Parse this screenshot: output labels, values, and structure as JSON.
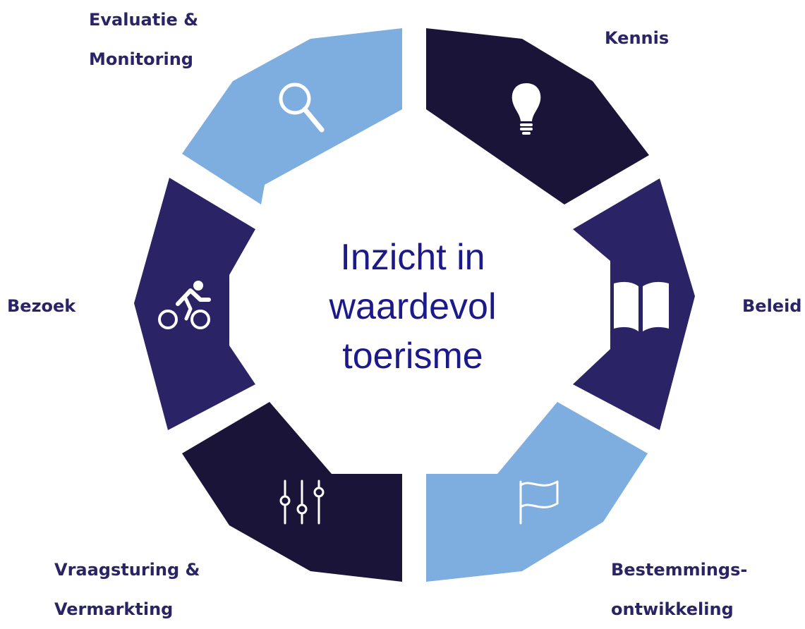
{
  "center": {
    "line1": "Inzicht in",
    "line2": "waardevol",
    "line3": "toerisme"
  },
  "segments": [
    {
      "id": "kennis",
      "label_line1": "Kennis",
      "label_line2": "",
      "color": "#1a1538",
      "icon": "lightbulb-icon"
    },
    {
      "id": "beleid",
      "label_line1": "Beleid",
      "label_line2": "",
      "color": "#2a2466",
      "icon": "book-icon"
    },
    {
      "id": "bestemmingsontwikkeling",
      "label_line1": "Bestemmings-",
      "label_line2": "ontwikkeling",
      "color": "#7eaedf",
      "icon": "flag-icon"
    },
    {
      "id": "vraagsturing",
      "label_line1": "Vraagsturing &",
      "label_line2": "Vermarkting",
      "color": "#1a1538",
      "icon": "sliders-icon"
    },
    {
      "id": "bezoek",
      "label_line1": "Bezoek",
      "label_line2": "",
      "color": "#2a2466",
      "icon": "cyclist-icon"
    },
    {
      "id": "evaluatie",
      "label_line1": "Evaluatie &",
      "label_line2": "Monitoring",
      "color": "#7eaedf",
      "icon": "search-icon"
    }
  ],
  "colors": {
    "label_text": "#2a2466",
    "center_text": "#1c1a8a",
    "background": "#ffffff"
  }
}
